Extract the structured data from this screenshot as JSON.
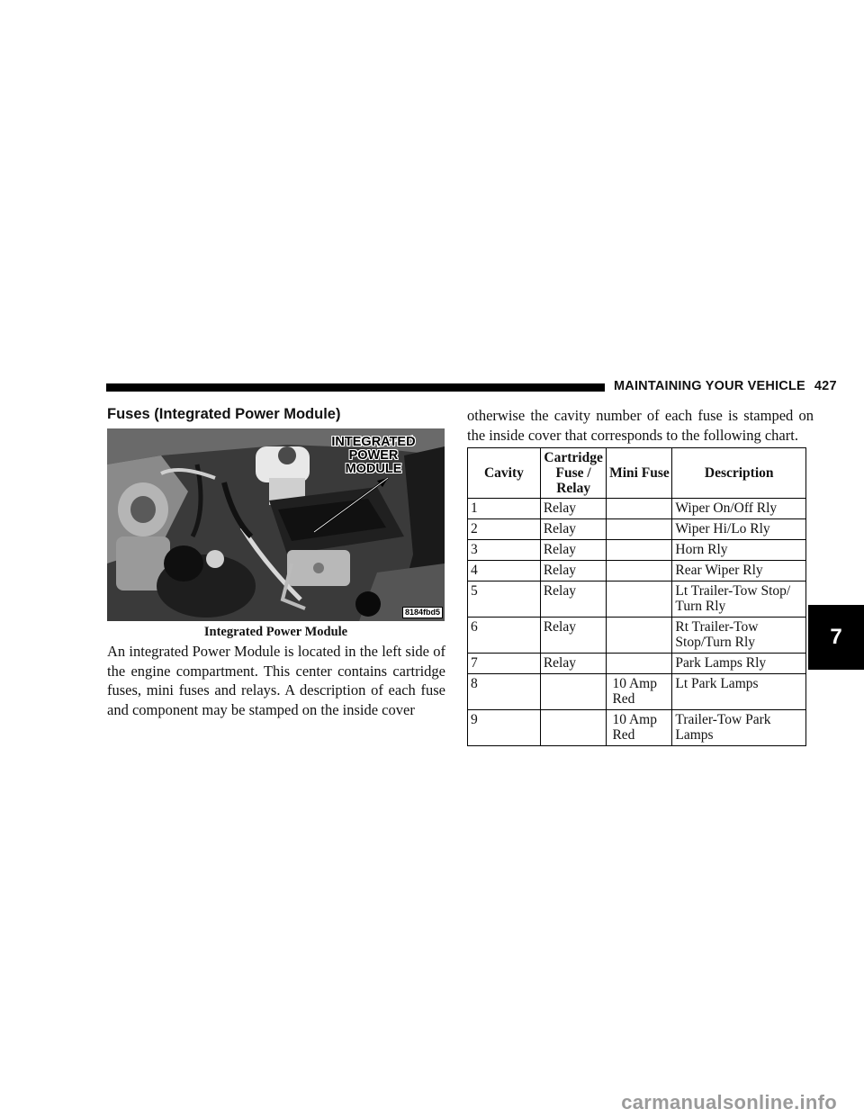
{
  "header": {
    "section": "MAINTAINING YOUR VEHICLE",
    "page_number": "427"
  },
  "section_title": "Fuses (Integrated Power Module)",
  "figure": {
    "callout": "INTEGRATED\nPOWER\nMODULE",
    "code": "8184fbd5",
    "caption": "Integrated Power Module"
  },
  "body_left": "An integrated Power Module is located in the left side of the engine compartment. This center contains cartridge fuses, mini fuses and relays. A description of each fuse and component may be stamped on the inside cover",
  "body_right": "otherwise the cavity number of each fuse is stamped on the inside cover that corresponds to the following chart.",
  "table": {
    "headers": [
      "Cavity",
      "Cartridge Fuse / Relay",
      "Mini Fuse",
      "Description"
    ],
    "rows": [
      {
        "cavity": "1",
        "cartridge": "Relay",
        "mini": "",
        "description": "Wiper On/Off Rly"
      },
      {
        "cavity": "2",
        "cartridge": "Relay",
        "mini": "",
        "description": "Wiper Hi/Lo Rly"
      },
      {
        "cavity": "3",
        "cartridge": "Relay",
        "mini": "",
        "description": "Horn Rly"
      },
      {
        "cavity": "4",
        "cartridge": "Relay",
        "mini": "",
        "description": "Rear Wiper Rly"
      },
      {
        "cavity": "5",
        "cartridge": "Relay",
        "mini": "",
        "description": "Lt Trailer-Tow Stop/ Turn Rly"
      },
      {
        "cavity": "6",
        "cartridge": "Relay",
        "mini": "",
        "description": "Rt Trailer-Tow Stop/Turn Rly"
      },
      {
        "cavity": "7",
        "cartridge": "Relay",
        "mini": "",
        "description": "Park Lamps Rly"
      },
      {
        "cavity": "8",
        "cartridge": "",
        "mini": "10 Amp Red",
        "description": "Lt Park Lamps"
      },
      {
        "cavity": "9",
        "cartridge": "",
        "mini": "10 Amp Red",
        "description": "Trailer-Tow Park Lamps"
      }
    ]
  },
  "chapter_tab": "7",
  "watermark": "carmanualsonline.info"
}
